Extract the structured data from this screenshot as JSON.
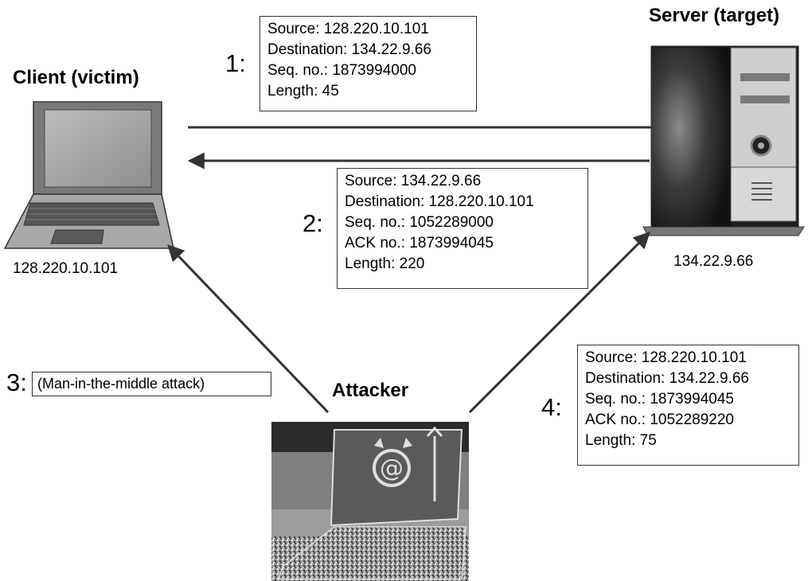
{
  "labels": {
    "client_heading": "Client (victim)",
    "server_heading": "Server (target)",
    "attacker_heading": "Attacker",
    "client_ip": "128.220.10.101",
    "server_ip": "134.22.9.66"
  },
  "steps": {
    "s1": "1:",
    "s2": "2:",
    "s3": "3:",
    "s4": "4:"
  },
  "packet1": {
    "source": "Source: 128.220.10.101",
    "destination": "Destination: 134.22.9.66",
    "seq": "Seq. no.: 1873994000",
    "length": "Length: 45"
  },
  "packet2": {
    "source": "Source: 134.22.9.66",
    "destination": "Destination: 128.220.10.101",
    "seq": "Seq. no.: 1052289000",
    "ack": "ACK no.: 1873994045",
    "length": "Length: 220"
  },
  "step3_note": "(Man-in-the-middle attack)",
  "packet4": {
    "source": "Source: 128.220.10.101",
    "destination": "Destination: 134.22.9.66",
    "seq": "Seq. no.: 1873994045",
    "ack": "ACK no.: 1052289220",
    "length": "Length: 75"
  },
  "icons": {
    "client": "laptop-icon",
    "server": "tower-server-icon",
    "attacker": "hacker-laptop-icon"
  }
}
